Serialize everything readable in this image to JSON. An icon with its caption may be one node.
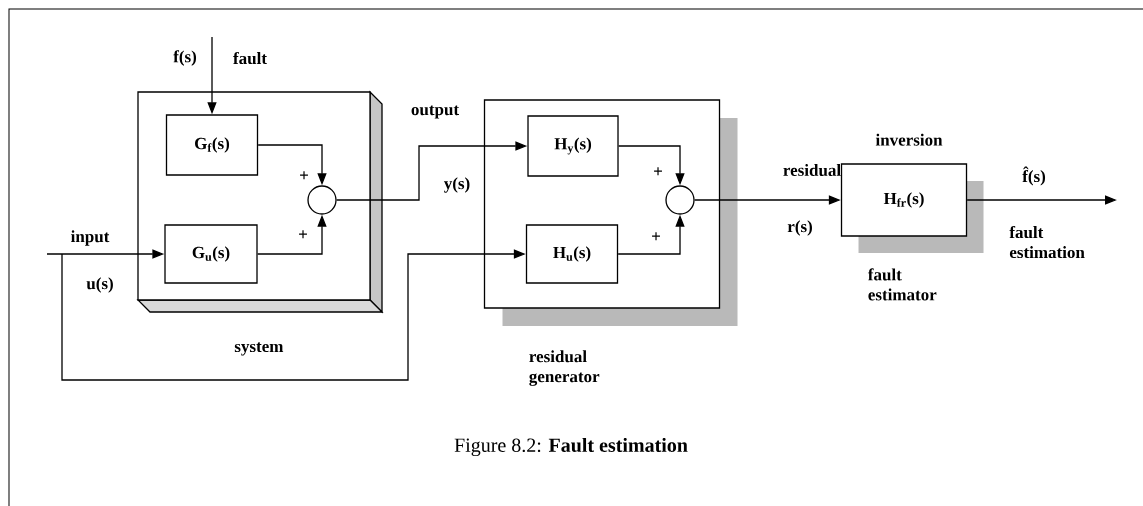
{
  "diagram": {
    "caption": "Figure 8.2: **Fault estimation**",
    "nodes": [
      {
        "text": [
          "system"
        ]
      },
      {
        "text": [
          "G$_{f}$(s)"
        ],
        "in": 0
      },
      {
        "text": [
          "G$_{u}$(s)"
        ],
        "in": 0
      },
      {
        "text": [],
        "shape": "circle",
        "in": 0
      },
      {
        "text": [
          "residual generator"
        ]
      },
      {
        "text": [
          "H$_{y}$(s)"
        ],
        "in": 4
      },
      {
        "text": [
          "H$_{u}$(s)"
        ],
        "in": 4
      },
      {
        "text": [],
        "shape": "circle",
        "in": 4
      },
      {
        "text": [
          "H$_{fr}$(s)"
        ],
        "beside": [
          "inversion",
          "fault estimator"
        ]
      }
    ],
    "edges": [
      {
        "from": null,
        "to": 1,
        "arrow": "to",
        "label": "f(s)"
      },
      {
        "from": null,
        "to": 2,
        "arrow": "to",
        "label": "input"
      },
      {
        "from": null,
        "to": 6,
        "arrow": "to"
      },
      {
        "from": 1,
        "to": 3,
        "arrow": "to"
      },
      {
        "from": 2,
        "to": 3,
        "arrow": "to"
      },
      {
        "from": 3,
        "to": 5,
        "arrow": "to",
        "label": "y(s)"
      },
      {
        "from": 5,
        "to": 7,
        "arrow": "to"
      },
      {
        "from": 6,
        "to": 7,
        "arrow": "to"
      },
      {
        "from": 7,
        "to": 8,
        "arrow": "to",
        "label": "r(s)"
      },
      {
        "from": 8,
        "to": null,
        "arrow": "to",
        "label": "f̂(s)"
      }
    ],
    "labels": [
      "fault",
      "u(s)",
      "+",
      "+",
      "output",
      "+",
      "+",
      "residual",
      "fault estimation"
    ]
  }
}
